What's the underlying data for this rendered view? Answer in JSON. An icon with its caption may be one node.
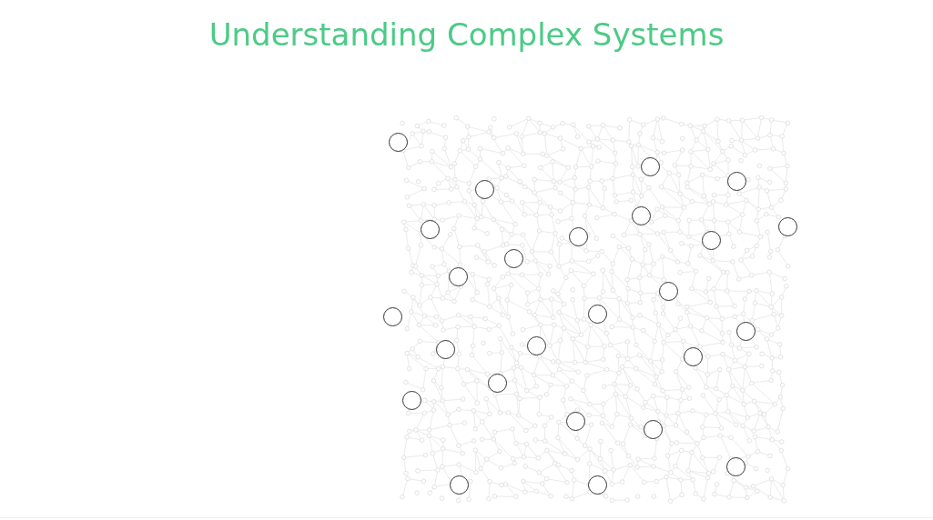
{
  "diagram": {
    "title": "Understanding Complex Systems",
    "nodes": [
      {
        "text": [],
        "shape": "circle"
      },
      {
        "text": [],
        "shape": "circle"
      },
      {
        "text": [],
        "shape": "circle"
      },
      {
        "text": [],
        "shape": "circle"
      },
      {
        "text": [],
        "shape": "circle"
      },
      {
        "text": [],
        "shape": "circle"
      },
      {
        "text": [],
        "shape": "circle"
      },
      {
        "text": [],
        "shape": "circle"
      },
      {
        "text": [],
        "shape": "circle"
      },
      {
        "text": [],
        "shape": "circle"
      },
      {
        "text": [],
        "shape": "circle"
      },
      {
        "text": [],
        "shape": "circle"
      },
      {
        "text": [],
        "shape": "circle"
      },
      {
        "text": [],
        "shape": "circle"
      },
      {
        "text": [],
        "shape": "circle"
      },
      {
        "text": [],
        "shape": "circle"
      },
      {
        "text": [],
        "shape": "circle"
      },
      {
        "text": [],
        "shape": "circle"
      },
      {
        "text": [],
        "shape": "circle"
      },
      {
        "text": [],
        "shape": "circle"
      },
      {
        "text": [],
        "shape": "circle"
      },
      {
        "text": [],
        "shape": "circle"
      },
      {
        "text": [],
        "shape": "circle"
      },
      {
        "text": [],
        "shape": "circle"
      },
      {
        "text": [],
        "shape": "circle"
      }
    ]
  }
}
